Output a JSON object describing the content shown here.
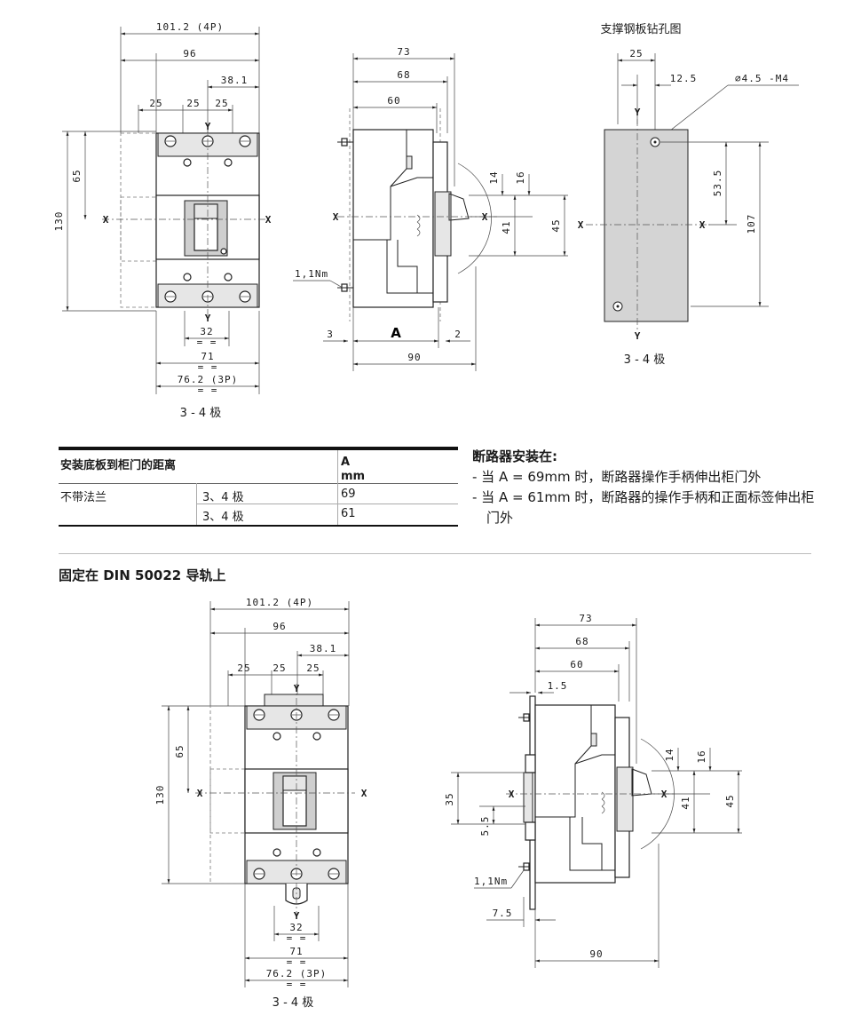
{
  "top_front": {
    "dims": {
      "w_4p": "101.2 (4P)",
      "w_96": "96",
      "w_381": "38.1",
      "p1": "25",
      "p2": "25",
      "p3": "25",
      "h130": "130",
      "h65": "65",
      "b32": "32",
      "b71": "71",
      "b762": "76.2 (3P)",
      "eq": "= ="
    },
    "axis": {
      "x": "X",
      "y": "Y"
    },
    "caption": "3 - 4 极"
  },
  "top_side": {
    "dims": {
      "d73": "73",
      "d68": "68",
      "d60": "60",
      "d14": "14",
      "d16": "16",
      "d41": "41",
      "d45": "45",
      "torque": "1,1Nm",
      "d3": "3",
      "dA": "A",
      "d2": "2",
      "d90": "90"
    },
    "axis": {
      "x": "X"
    }
  },
  "drill": {
    "title": "支撑钢板钻孔图",
    "dims": {
      "d25": "25",
      "d125": "12.5",
      "hole": "∅4.5 -M4",
      "d535": "53.5",
      "d107": "107"
    },
    "axis": {
      "x": "X",
      "y": "Y"
    },
    "caption": "3 - 4 极"
  },
  "table": {
    "header": {
      "col1": "安装底板到柜门的距离",
      "col3a": "A",
      "col3b": "mm"
    },
    "rows": [
      {
        "c1": "不带法兰",
        "c2": "3、4 极",
        "c3": "69"
      },
      {
        "c1": "",
        "c2": "3、4 极",
        "c3": "61"
      }
    ]
  },
  "notes": {
    "title": "断路器安装在:",
    "items": [
      "- 当 A = 69mm 时，断路器操作手柄伸出柜门外",
      "- 当 A = 61mm 时，断路器的操作手柄和正面标签伸出柜门外"
    ]
  },
  "section2_title": "固定在 DIN 50022 导轨上",
  "bottom_front": {
    "dims": {
      "w_4p": "101.2 (4P)",
      "w_96": "96",
      "w_381": "38.1",
      "p1": "25",
      "p2": "25",
      "p3": "25",
      "h130": "130",
      "h65": "65",
      "b32": "32",
      "b71": "71",
      "b762": "76.2 (3P)",
      "eq": "= ="
    },
    "axis": {
      "x": "X",
      "y": "Y"
    },
    "caption": "3 - 4 极"
  },
  "bottom_side": {
    "dims": {
      "d73": "73",
      "d68": "68",
      "d60": "60",
      "d15": "1.5",
      "d14": "14",
      "d16": "16",
      "d41": "41",
      "d45": "45",
      "d35": "35",
      "d55": "5.5",
      "torque": "1,1Nm",
      "d75": "7.5",
      "d90": "90"
    },
    "axis": {
      "x": "X"
    }
  }
}
